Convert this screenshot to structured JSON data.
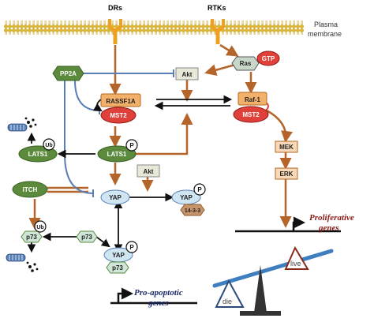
{
  "receptors": {
    "drs": "DRs",
    "rtks": "RTKs"
  },
  "membrane": {
    "line1": "Plasma",
    "line2": "membrane"
  },
  "nodes": {
    "pp2a": "PP2A",
    "akt_top": "Akt",
    "ras": "Ras",
    "gtp": "GTP",
    "rassf1a": "RASSF1A",
    "mst2_left": "MST2",
    "raf1": "Raf-1",
    "mst2_right": "MST2",
    "lats1_p": "LATS1",
    "lats1_ub": "LATS1",
    "itch": "ITCH",
    "akt_mid": "Akt",
    "yap": "YAP",
    "yap_p": "YAP",
    "p1433": "14-3-3",
    "mek": "MEK",
    "erk": "ERK",
    "p73_right": "p73",
    "p73_left": "p73",
    "yap_complex": "YAP",
    "p73_complex": "p73"
  },
  "badges": {
    "phospho": "P",
    "ubiquitin": "Ub"
  },
  "genes": {
    "proliferative_line1": "Proliferative",
    "proliferative_line2": "genes",
    "proapoptotic_line1": "Pro-apoptotic",
    "proapoptotic_line2": "genes"
  },
  "scale": {
    "live": "live",
    "die": "die"
  },
  "colors": {
    "activation_arrow": "#b5642a",
    "inhibition_line": "#5a7fb5",
    "black": "#111111",
    "membrane_lipid": "#e0b830",
    "receptor": "#f0a020",
    "green_node": "#5b8a3c",
    "lightblue_node": "#cfe6f2",
    "red_node": "#e0403a",
    "orange_node": "#f2b06a",
    "akt_node": "#e8e8d8",
    "ras_node": "#c8d8c8",
    "mek_node": "#f8d8b8",
    "p1433_node": "#c8956a",
    "beam": "#3f7fc0",
    "live_tri": "#8a2a1a",
    "die_tri": "#2a4a7a"
  },
  "icons": [
    "proteasome-icon",
    "degradation-fragments-icon",
    "ubiquitin-badge",
    "phospho-badge",
    "balance-scale-icon"
  ]
}
